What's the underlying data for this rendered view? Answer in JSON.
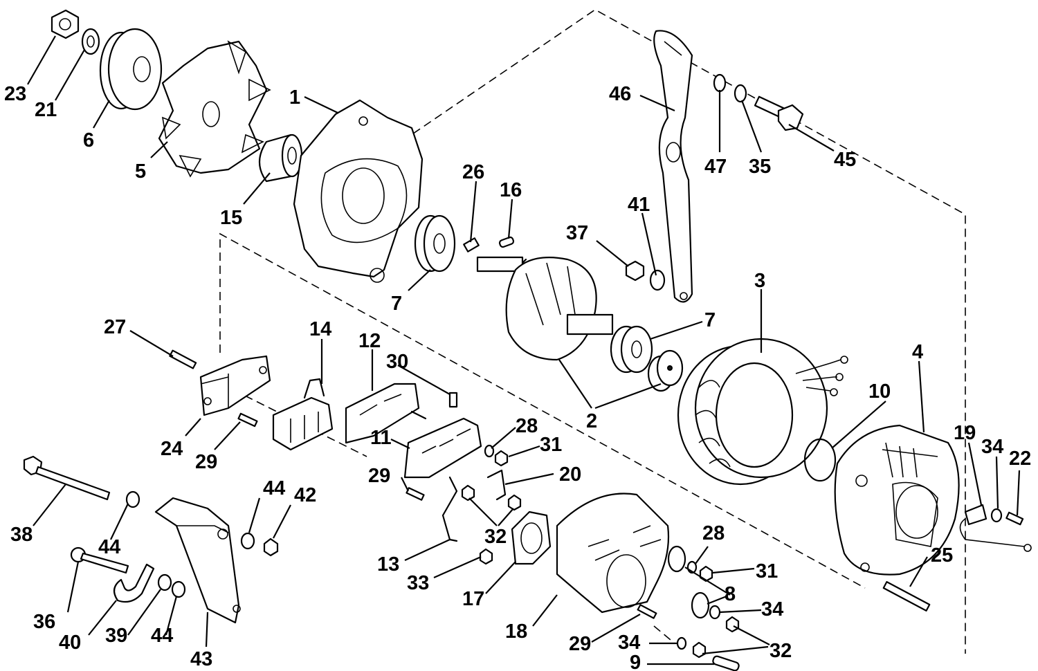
{
  "diagram": {
    "type": "exploded-parts-view",
    "labels": [
      "1",
      "2",
      "3",
      "4",
      "5",
      "6",
      "7",
      "8",
      "9",
      "10",
      "11",
      "12",
      "13",
      "14",
      "15",
      "16",
      "17",
      "18",
      "19",
      "20",
      "21",
      "22",
      "23",
      "24",
      "25",
      "26",
      "27",
      "28",
      "29",
      "30",
      "31",
      "32",
      "33",
      "34",
      "35",
      "36",
      "37",
      "38",
      "39",
      "40",
      "41",
      "42",
      "43",
      "44",
      "45",
      "46",
      "47"
    ]
  },
  "callouts": [
    {
      "id": "c23",
      "text": "23"
    },
    {
      "id": "c21",
      "text": "21"
    },
    {
      "id": "c6",
      "text": "6"
    },
    {
      "id": "c5",
      "text": "5"
    },
    {
      "id": "c1",
      "text": "1"
    },
    {
      "id": "c15",
      "text": "15"
    },
    {
      "id": "c26",
      "text": "26"
    },
    {
      "id": "c16",
      "text": "16"
    },
    {
      "id": "c7a",
      "text": "7"
    },
    {
      "id": "c46",
      "text": "46"
    },
    {
      "id": "c47",
      "text": "47"
    },
    {
      "id": "c35",
      "text": "35"
    },
    {
      "id": "c45",
      "text": "45"
    },
    {
      "id": "c41",
      "text": "41"
    },
    {
      "id": "c37",
      "text": "37"
    },
    {
      "id": "c3",
      "text": "3"
    },
    {
      "id": "c7b",
      "text": "7"
    },
    {
      "id": "c2",
      "text": "2"
    },
    {
      "id": "c4",
      "text": "4"
    },
    {
      "id": "c10",
      "text": "10"
    },
    {
      "id": "c27",
      "text": "27"
    },
    {
      "id": "c14",
      "text": "14"
    },
    {
      "id": "c12",
      "text": "12"
    },
    {
      "id": "c30",
      "text": "30"
    },
    {
      "id": "c24",
      "text": "24"
    },
    {
      "id": "c29a",
      "text": "29"
    },
    {
      "id": "c11",
      "text": "11"
    },
    {
      "id": "c28a",
      "text": "28"
    },
    {
      "id": "c31a",
      "text": "31"
    },
    {
      "id": "c20",
      "text": "20"
    },
    {
      "id": "c29b",
      "text": "29"
    },
    {
      "id": "c19",
      "text": "19"
    },
    {
      "id": "c34a",
      "text": "34"
    },
    {
      "id": "c22",
      "text": "22"
    },
    {
      "id": "c38",
      "text": "38"
    },
    {
      "id": "c44a",
      "text": "44"
    },
    {
      "id": "c42",
      "text": "42"
    },
    {
      "id": "c44b",
      "text": "44"
    },
    {
      "id": "c32a",
      "text": "32"
    },
    {
      "id": "c13",
      "text": "13"
    },
    {
      "id": "c33",
      "text": "33"
    },
    {
      "id": "c17",
      "text": "17"
    },
    {
      "id": "c28b",
      "text": "28"
    },
    {
      "id": "c31b",
      "text": "31"
    },
    {
      "id": "c25",
      "text": "25"
    },
    {
      "id": "c8",
      "text": "8"
    },
    {
      "id": "c34b",
      "text": "34"
    },
    {
      "id": "c36",
      "text": "36"
    },
    {
      "id": "c40",
      "text": "40"
    },
    {
      "id": "c39",
      "text": "39"
    },
    {
      "id": "c44c",
      "text": "44"
    },
    {
      "id": "c43",
      "text": "43"
    },
    {
      "id": "c18",
      "text": "18"
    },
    {
      "id": "c29c",
      "text": "29"
    },
    {
      "id": "c34c",
      "text": "34"
    },
    {
      "id": "c32b",
      "text": "32"
    },
    {
      "id": "c9",
      "text": "9"
    }
  ]
}
